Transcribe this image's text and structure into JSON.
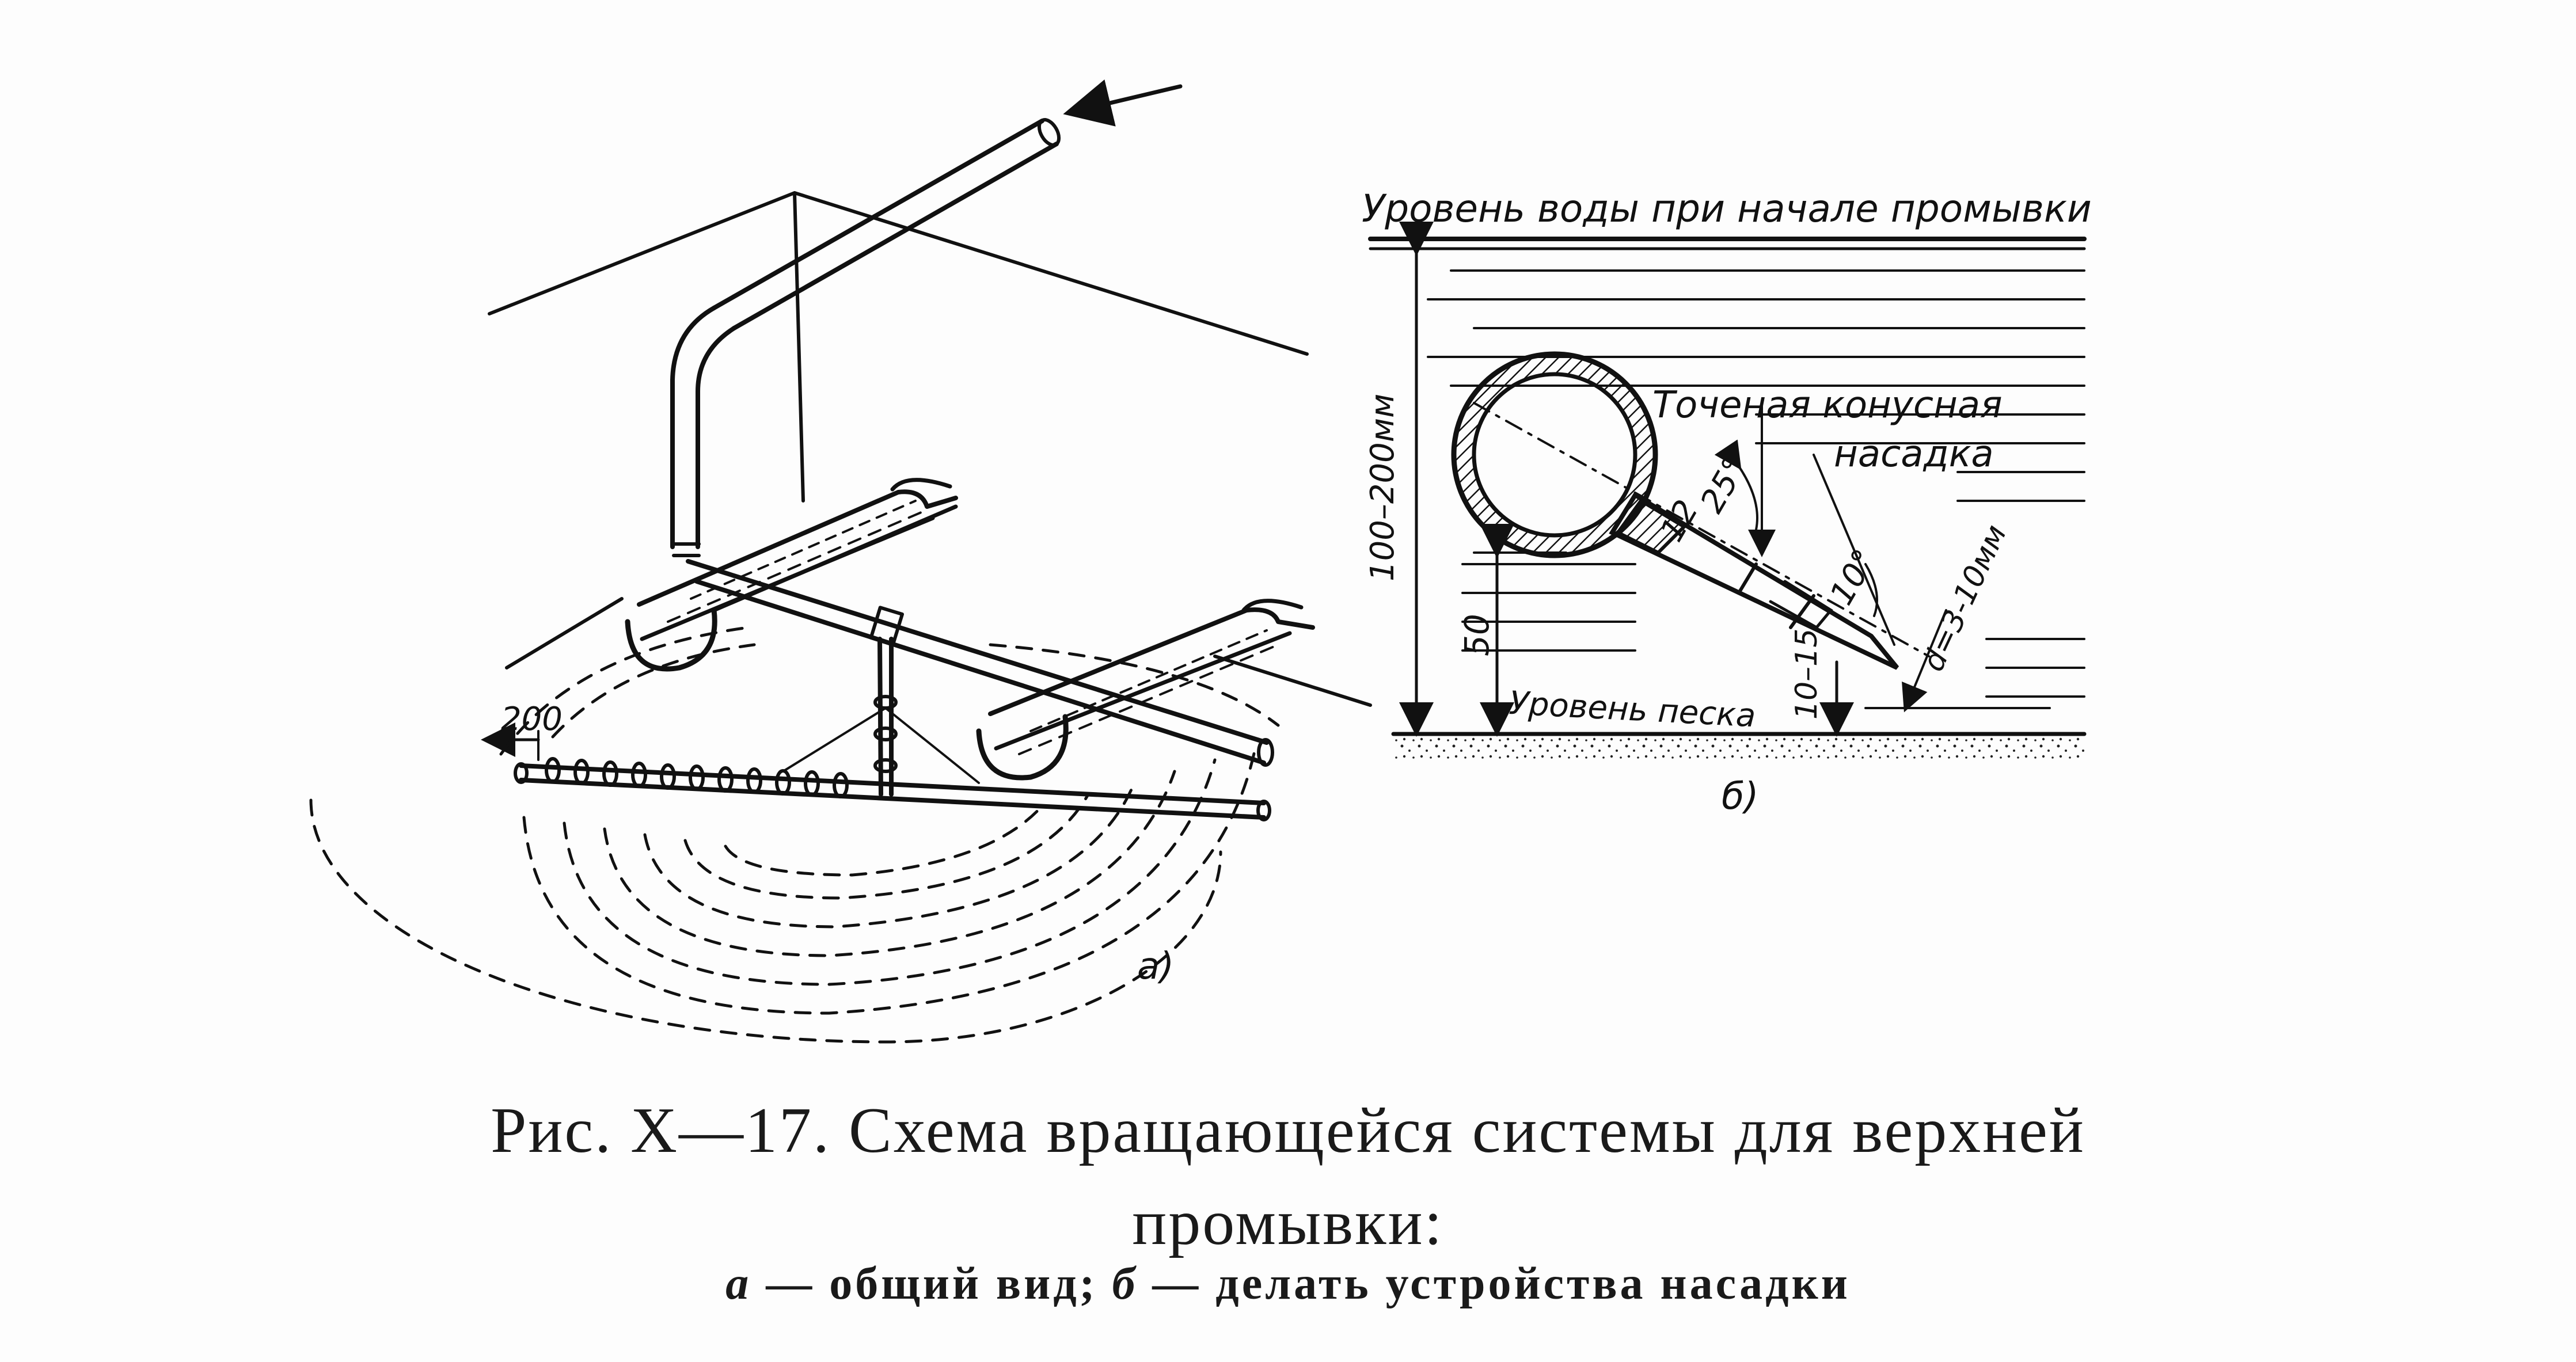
{
  "figure": {
    "label_a": "а)",
    "label_b": "б)",
    "dim_200": "200",
    "water_level_label": "Уровень воды при начале промывки",
    "sand_level_label": "Уровень песка",
    "nozzle_label_line1": "Точеная конусная",
    "nozzle_label_line2": "насадка",
    "dim_100_200": "100–200мм",
    "dim_50": "50",
    "dim_10_15": "10–15",
    "dim_12": "12",
    "angle_25": "25°",
    "angle_10": "10°",
    "dim_d": "d=3-10мм"
  },
  "caption": {
    "line1": "Рис. X—17.  Схема вращающейся системы для верхней",
    "line2": "промывки:",
    "a_letter": "а",
    "a_text": " — общий вид; ",
    "b_letter": "б",
    "b_text": " — делать устройства насадки"
  }
}
